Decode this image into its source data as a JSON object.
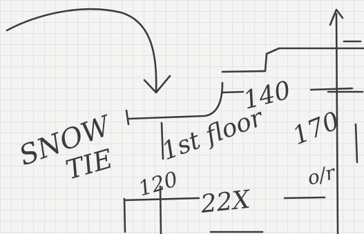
{
  "annotations": {
    "dim_140": "140",
    "dim_170": "170",
    "dim_120": "120",
    "dim_22x": "22X",
    "label_snow": "SNOW",
    "label_tie": "TIE",
    "label_first_floor": "1st floor",
    "label_or": "o/r"
  }
}
